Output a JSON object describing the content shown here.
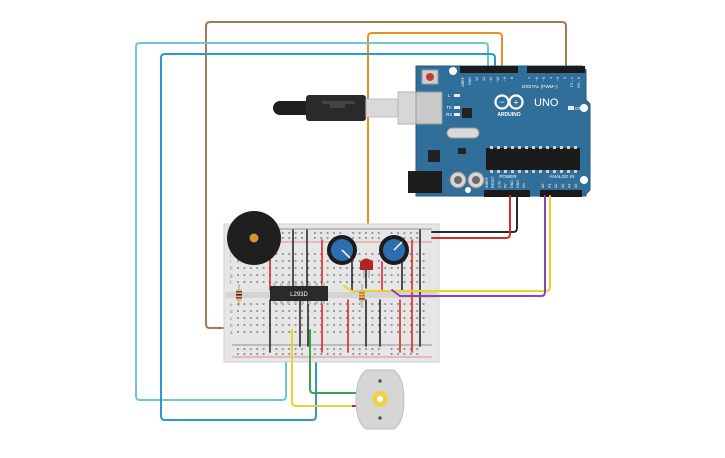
{
  "arduino": {
    "brand": "ARDUINO",
    "model": "UNO",
    "digital_label": "DIGITAL (PWM~)",
    "power_label": "POWER",
    "analog_label": "ANALOG IN",
    "power_pins": [
      "IOREF",
      "RESET",
      "3.3V",
      "5V",
      "GND",
      "GND",
      "Vin"
    ],
    "analog_pins": [
      "A0",
      "A1",
      "A2",
      "A3",
      "A4",
      "A5"
    ],
    "top_left_pins": [
      "AREF",
      "GND",
      "13",
      "12",
      "~11",
      "~10",
      "~9",
      "8"
    ],
    "top_right_pins": [
      "7",
      "~6",
      "~5",
      "4",
      "~3",
      "2",
      "TX→1",
      "RX←0"
    ],
    "led_labels": [
      "L",
      "TX",
      "RX"
    ],
    "on_label": "ON"
  },
  "ic": {
    "label": "L293D"
  },
  "breadboard": {
    "row_letters_top": [
      "j",
      "i",
      "h",
      "g",
      "f"
    ],
    "row_letters_bottom": [
      "e",
      "d",
      "c",
      "b",
      "a"
    ]
  },
  "colors": {
    "wire_brown": "#a37b52",
    "wire_orange": "#e8901e",
    "wire_cyan": "#6cc7d1",
    "wire_blue": "#2a9ac6",
    "wire_red": "#d72a2a",
    "wire_black": "#2b2b2b",
    "wire_yellow": "#e8d22e",
    "wire_purple": "#8e44ad",
    "wire_green": "#3aa04a",
    "arduino_board": "#2f6f99",
    "breadboard": "#e6e6e6"
  }
}
